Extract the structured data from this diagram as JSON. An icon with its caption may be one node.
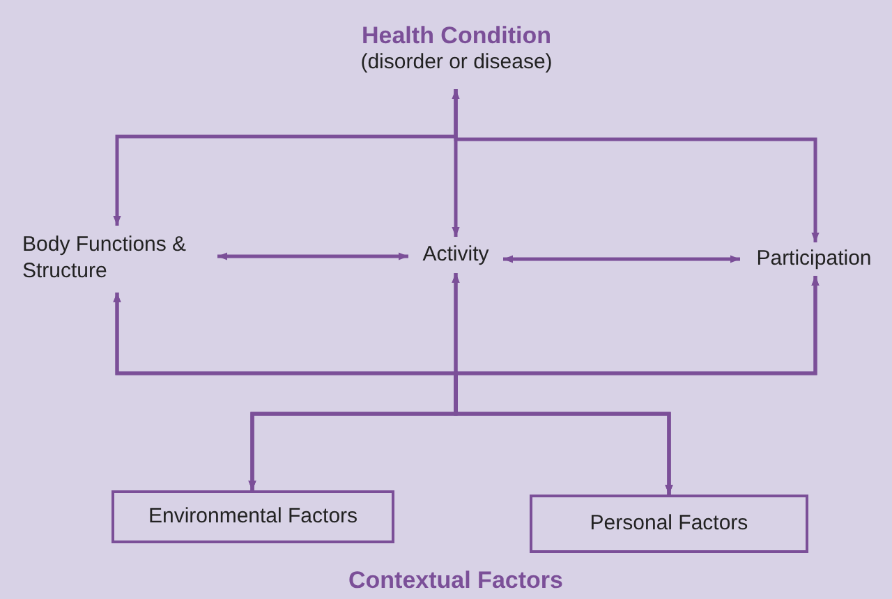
{
  "diagram": {
    "nodes": [
      {
        "text": [
          "Health Condition",
          "(disorder or disease)"
        ]
      },
      {
        "text": [
          "Body Functions & Structure"
        ]
      },
      {
        "text": [
          "Activity"
        ]
      },
      {
        "text": [
          "Participation"
        ]
      },
      {
        "text": [
          "Environmental Factors"
        ]
      },
      {
        "text": [
          "Personal Factors"
        ]
      }
    ],
    "edges": [
      {
        "from": 0,
        "to": 2,
        "arrow": "both"
      },
      {
        "from": 0,
        "to": 1,
        "arrow": "to"
      },
      {
        "from": 0,
        "to": 3,
        "arrow": "to"
      },
      {
        "from": 1,
        "to": 2,
        "arrow": "both"
      },
      {
        "from": 2,
        "to": 3,
        "arrow": "both"
      },
      {
        "from": 4,
        "to": 1,
        "arrow": "both"
      },
      {
        "from": 4,
        "to": 2,
        "arrow": "both"
      },
      {
        "from": 4,
        "to": 3,
        "arrow": "both"
      },
      {
        "from": 5,
        "to": 1,
        "arrow": "both"
      },
      {
        "from": 5,
        "to": 2,
        "arrow": "both"
      },
      {
        "from": 5,
        "to": 3,
        "arrow": "both"
      }
    ],
    "labels": [
      "Contextual Factors"
    ]
  }
}
